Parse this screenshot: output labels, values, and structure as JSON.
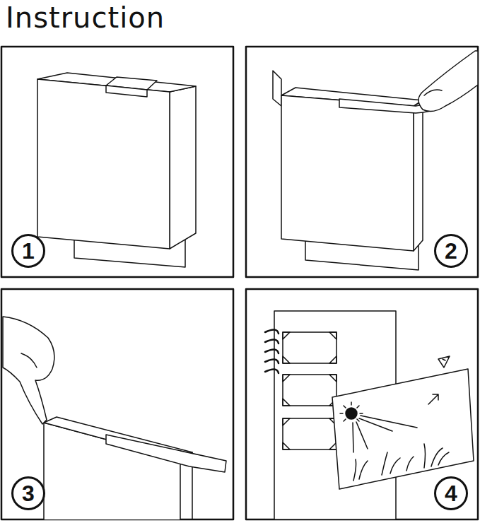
{
  "diagram": {
    "title": "Instruction",
    "nodes": [
      {
        "text": [
          "1"
        ]
      },
      {
        "text": [
          "2"
        ]
      },
      {
        "text": [
          "3"
        ]
      },
      {
        "text": [
          "4"
        ]
      }
    ]
  }
}
